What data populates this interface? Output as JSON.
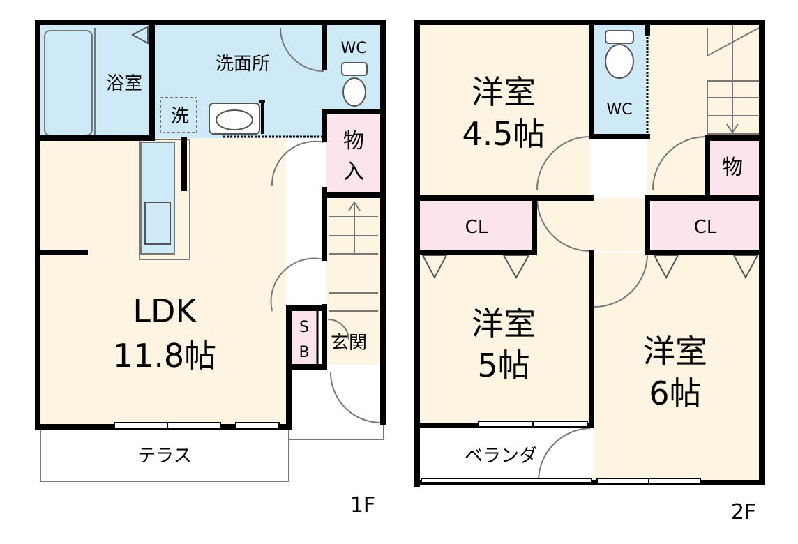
{
  "colors": {
    "wall": "#000000",
    "ldk_floor": "#fdf5e2",
    "wet_area": "#cfeaf7",
    "storage": "#fbe4ec",
    "bedroom_floor": "#fdf5e2",
    "exterior": "#ffffff"
  },
  "floor1": {
    "floor_label": "1F",
    "bath": "浴室",
    "washroom": "洗面所",
    "washer": "洗",
    "wc": "WC",
    "storage_line1": "物",
    "storage_line2": "入",
    "ldk_line1": "LDK",
    "ldk_line2": "11.8帖",
    "sb_line1": "S",
    "sb_line2": "B",
    "entrance": "玄関",
    "terrace": "テラス"
  },
  "floor2": {
    "floor_label": "2F",
    "room1_line1": "洋室",
    "room1_line2": "4.5帖",
    "wc": "WC",
    "storage": "物",
    "closet_left": "CL",
    "closet_right": "CL",
    "room2_line1": "洋室",
    "room2_line2": "5帖",
    "room3_line1": "洋室",
    "room3_line2": "6帖",
    "balcony": "ベランダ"
  }
}
